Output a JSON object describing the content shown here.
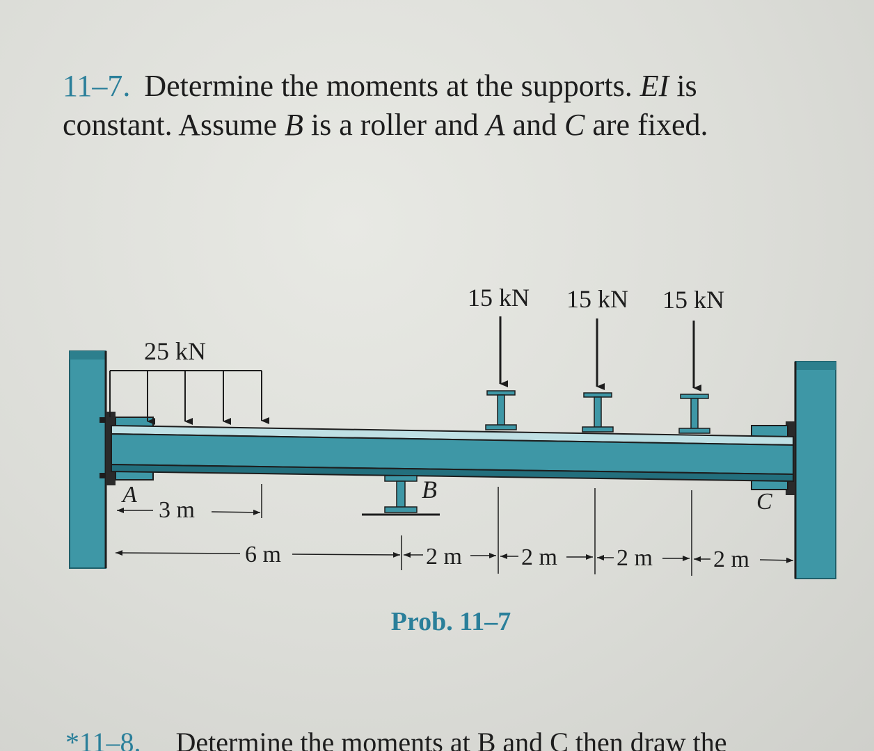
{
  "problem": {
    "number": "11–7.",
    "line1_text": "Determine the moments at the supports.",
    "ei": "EI",
    "is": "is",
    "line2_a": "constant. Assume",
    "b": "B",
    "line2_b": "is a roller and",
    "a": "A",
    "and": "and",
    "c": "C",
    "line2_c": "are fixed."
  },
  "figure": {
    "udl_label": "25 kN",
    "point_loads": [
      "15 kN",
      "15 kN",
      "15 kN"
    ],
    "support_labels": {
      "A": "A",
      "B": "B",
      "C": "C"
    },
    "dims": {
      "udl_length": "3 m",
      "a_to_b": "6 m",
      "segments": [
        "2 m",
        "2 m",
        "2 m",
        "2 m"
      ]
    },
    "colors": {
      "steel": "#3e97a6",
      "steel_dark": "#236f7d",
      "accent": "#2a7f9a"
    }
  },
  "caption": "Prob. 11–7",
  "next_problem": {
    "number": "*11–8.",
    "text": "Determine the moments at B and C then draw the"
  }
}
